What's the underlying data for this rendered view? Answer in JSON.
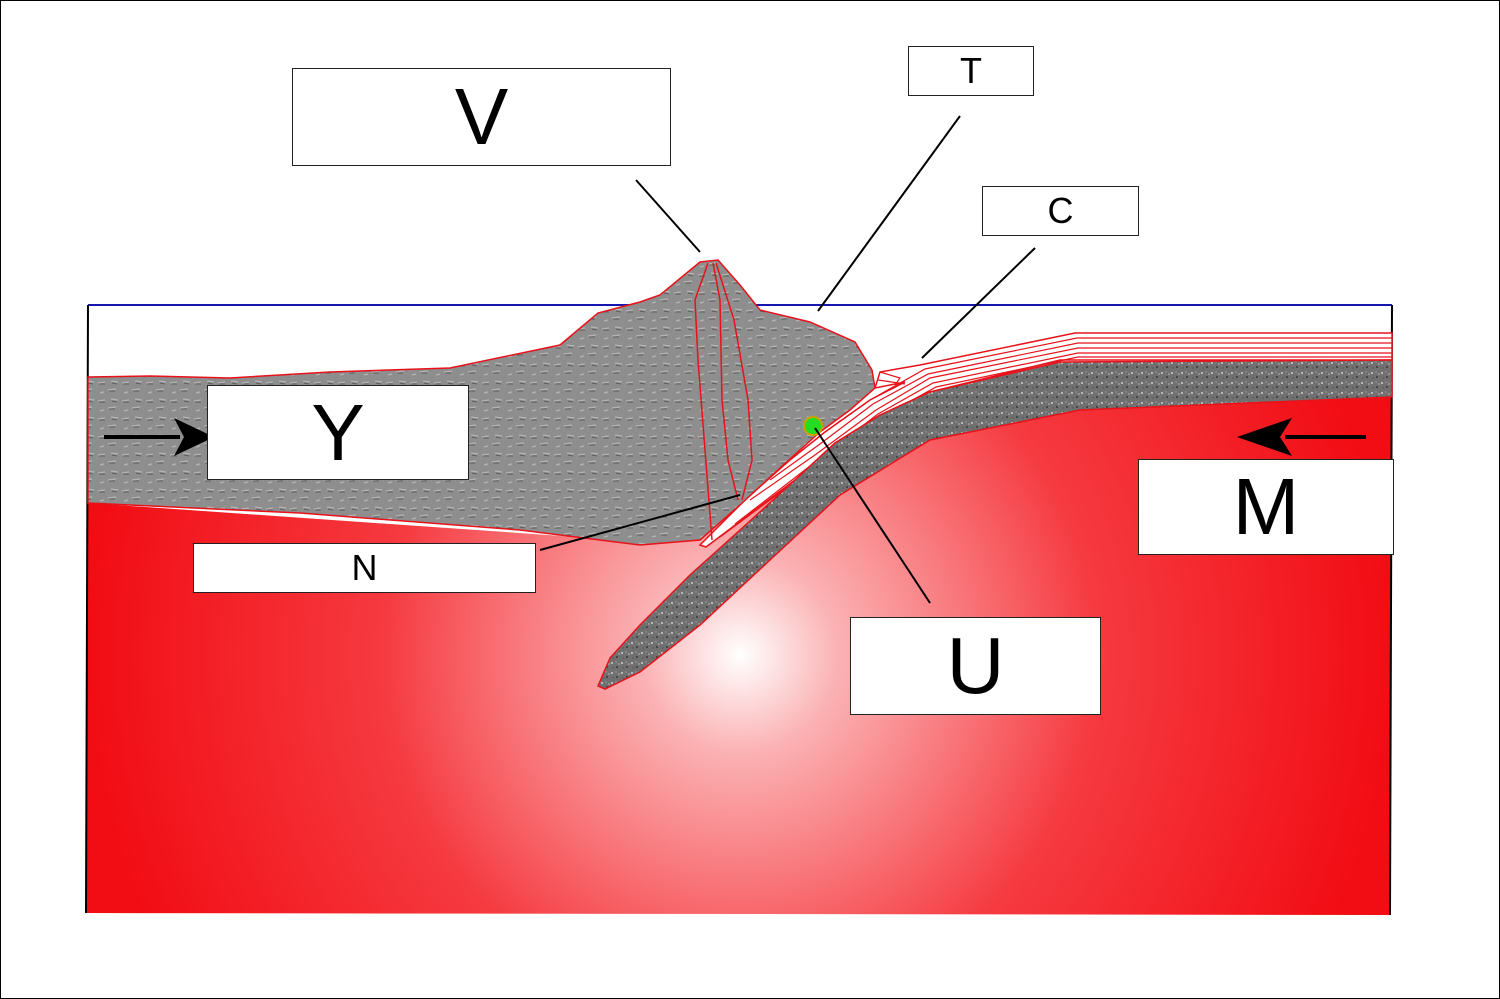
{
  "diagram": {
    "labels": {
      "v": "V",
      "t": "T",
      "c": "C",
      "y": "Y",
      "m": "M",
      "n": "N",
      "u": "U"
    },
    "colors": {
      "mantle": "#f20d14",
      "mantle_glow": "#ffffff",
      "continental_crust": "#8d8d8d",
      "oceanic_crust": "#6e6e6e",
      "outline": "#e8121a",
      "sea_level": "#1515b0",
      "focus_point": "#22dd22",
      "leader_line": "#000000"
    }
  }
}
